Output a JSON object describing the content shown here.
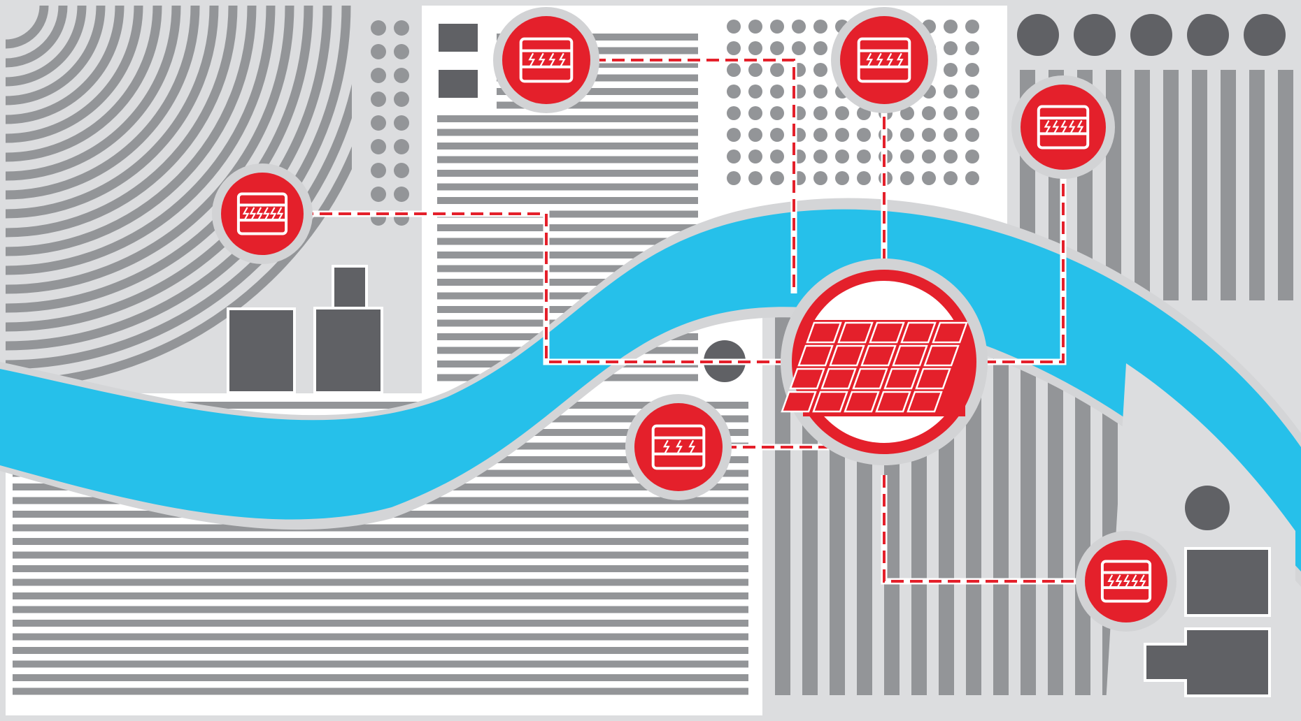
{
  "diagram": {
    "description_visible_text": "",
    "colors": {
      "background": "#FFFFFF",
      "panel_light": "#DCDDDF",
      "pattern_gray": "#939598",
      "block_dark": "#606165",
      "river_blue": "#26C0EA",
      "river_bank": "#D4D5D7",
      "accent_red": "#E4202B",
      "badge_ring": "#D2D3D5"
    },
    "nodes": [
      {
        "id": "battery-unit-1",
        "icon": "battery-storage-icon",
        "charge_marks": 4
      },
      {
        "id": "battery-unit-2",
        "icon": "battery-storage-icon",
        "charge_marks": 4
      },
      {
        "id": "battery-unit-3",
        "icon": "battery-storage-icon",
        "charge_marks": 5
      },
      {
        "id": "battery-unit-4",
        "icon": "battery-storage-icon",
        "charge_marks": 6
      },
      {
        "id": "battery-unit-5",
        "icon": "battery-storage-icon",
        "charge_marks": 3
      },
      {
        "id": "battery-unit-6",
        "icon": "battery-storage-icon",
        "charge_marks": 5
      }
    ],
    "hub": {
      "id": "solar-panel-hub",
      "icon": "solar-panel-grid-icon"
    },
    "connections": [
      {
        "from": "battery-unit-1",
        "to": "solar-panel-hub",
        "style": "dashed"
      },
      {
        "from": "battery-unit-2",
        "to": "solar-panel-hub",
        "style": "dashed"
      },
      {
        "from": "battery-unit-3",
        "to": "solar-panel-hub",
        "style": "dashed"
      },
      {
        "from": "battery-unit-4",
        "to": "solar-panel-hub",
        "style": "dashed"
      },
      {
        "from": "battery-unit-5",
        "to": "solar-panel-hub",
        "style": "dashed"
      },
      {
        "from": "battery-unit-6",
        "to": "solar-panel-hub",
        "style": "dashed"
      }
    ]
  }
}
